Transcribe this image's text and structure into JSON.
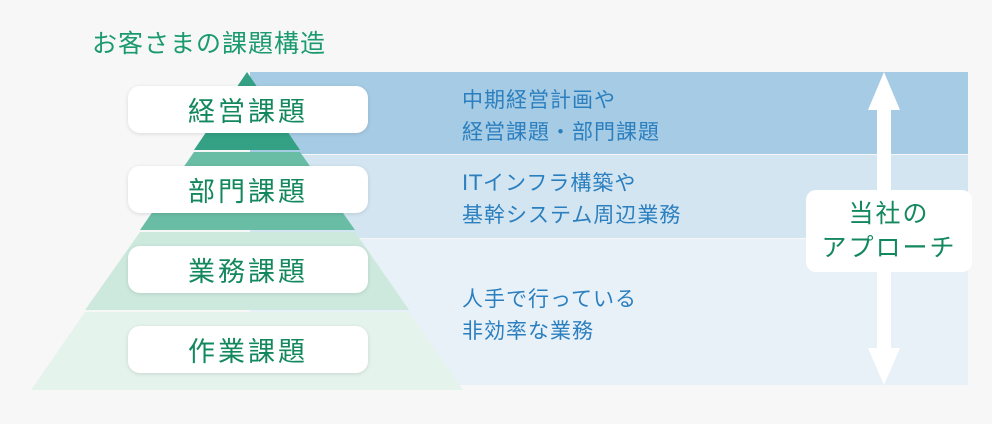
{
  "title": "お客さまの課題構造",
  "levels": [
    {
      "label": "経営課題",
      "color": "#34a185"
    },
    {
      "label": "部門課題",
      "color": "#69bda5"
    },
    {
      "label": "業務課題",
      "color": "#cde9de"
    },
    {
      "label": "作業課題",
      "color": "#e5f3ed"
    }
  ],
  "bands": [
    {
      "lines": [
        "中期経営計画や",
        "経営課題・部門課題"
      ],
      "color": "#a6cbe4"
    },
    {
      "lines": [
        "ITインフラ構築や",
        "基幹システム周辺業務"
      ],
      "color": "#d2e5f1"
    },
    {
      "lines": [
        "人手で行っている",
        "非効率な業務"
      ],
      "color": "#e7f1f7"
    }
  ],
  "approach": {
    "lines": [
      "当社の",
      "アプローチ"
    ]
  }
}
